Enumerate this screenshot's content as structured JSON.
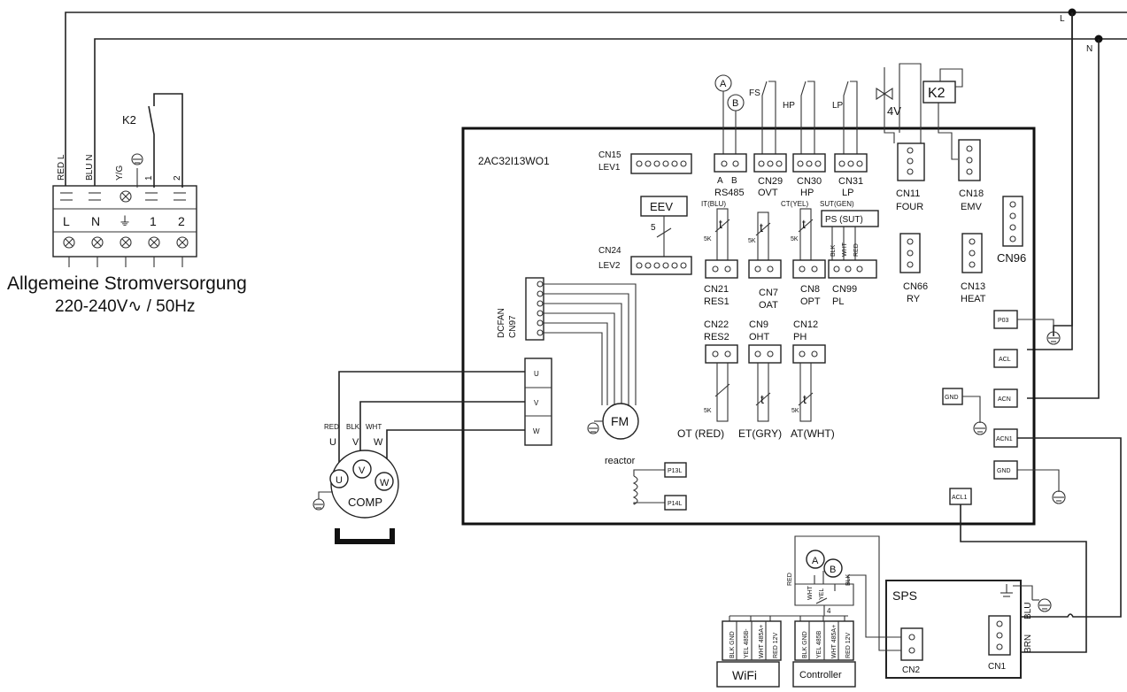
{
  "power": {
    "title": "Allgemeine Stromversorgung",
    "spec": "220-240V∿ / 50Hz",
    "terminals": [
      "L",
      "N",
      "⏚",
      "1",
      "2"
    ],
    "wire_labels": [
      "RED L",
      "BLU N",
      "Y/G",
      "1",
      "2"
    ],
    "relay": "K2",
    "line_l": "L",
    "line_n": "N"
  },
  "board": {
    "model": "2AC32I13WO1",
    "eev": "EEV",
    "eev_wires": "5",
    "reactor": "reactor",
    "fm": "FM",
    "fan_conn": "DCFAN",
    "fan_cn": "CN97",
    "phase_terms": [
      "U",
      "V",
      "W"
    ]
  },
  "connectors": {
    "cn15": "CN15",
    "lev1": "LEV1",
    "cn24": "CN24",
    "lev2": "LEV2",
    "rs485": "RS485",
    "a": "A",
    "b": "B",
    "cn29": "CN29",
    "ovt": "OVT",
    "fs": "FS",
    "cn30": "CN30",
    "hp_lbl": "HP",
    "hp_sw": "HP",
    "cn31": "CN31",
    "lp_lbl": "LP",
    "lp_sw": "LP",
    "cn11": "CN11",
    "four": "FOUR",
    "v4": "4V",
    "cn18": "CN18",
    "emv": "EMV",
    "k2": "K2",
    "cn96": "CN96",
    "cn66": "CN66",
    "ry": "RY",
    "cn13": "CN13",
    "heat": "HEAT",
    "cn21": "CN21",
    "res1": "RES1",
    "it": "IT(BLU)",
    "cn7": "CN7",
    "oat": "OAT",
    "cn8": "CN8",
    "opt": "OPT",
    "ct": "CT(YEL)",
    "cn99": "CN99",
    "pl": "PL",
    "sut": "SUT(GEN)",
    "ps": "PS (SUT)",
    "ps_wires": [
      "BLK",
      "WHT",
      "RED"
    ],
    "cn22": "CN22",
    "res2": "RES2",
    "cn9": "CN9",
    "oht": "OHT",
    "cn12": "CN12",
    "ph": "PH",
    "ot": "OT (RED)",
    "et": "ET(GRY)",
    "at": "AT(WHT)",
    "fivek": "5K",
    "therm": "t"
  },
  "terminals_right": {
    "p03": "P03",
    "acl": "ACL",
    "acn": "ACN",
    "gnd": "GND",
    "acn1": "ACN1",
    "gnd2": "GND",
    "acl1": "ACL1",
    "p13l": "P13L",
    "p14l": "P14L"
  },
  "compressor": {
    "name": "COMP",
    "wire_colors": [
      "RED",
      "BLK",
      "WHT"
    ],
    "phases": [
      "U",
      "V",
      "W"
    ]
  },
  "bus": {
    "a": "A",
    "b": "B",
    "wires": [
      "RED",
      "WHT",
      "YEL",
      "BLK"
    ],
    "count": "4"
  },
  "wifi": {
    "label": "WiFi",
    "pins": [
      "BLK GND",
      "YEL 485B-",
      "WHT 485A+",
      "RED 12V"
    ]
  },
  "controller": {
    "label": "Controller",
    "pins": [
      "BLK GND",
      "YEL 485B",
      "WHT 485A+",
      "RED 12V"
    ]
  },
  "sps": {
    "label": "SPS",
    "cn2": "CN2",
    "cn1": "CN1",
    "brn": "BRN",
    "blu": "BLU"
  },
  "colors": {
    "ink": "#111111",
    "paper": "#ffffff"
  }
}
